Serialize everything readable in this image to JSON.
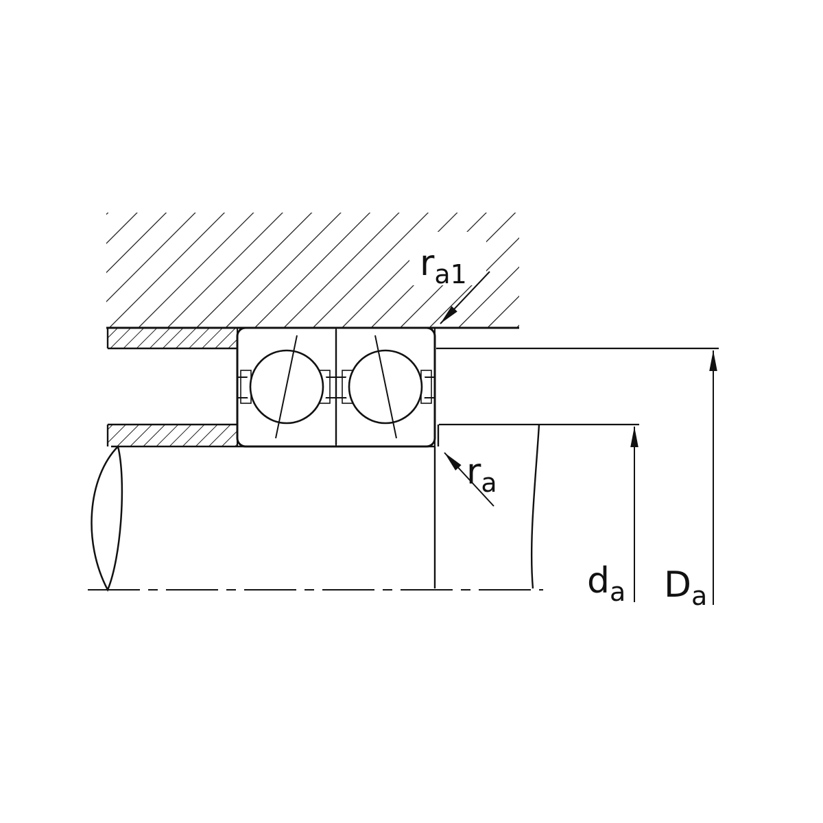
{
  "labels": {
    "ra1": {
      "base": "r",
      "sub": "a1"
    },
    "ra": {
      "base": "r",
      "sub": "a"
    },
    "da": {
      "base": "d",
      "sub": "a"
    },
    "Da": {
      "base": "D",
      "sub": "a"
    }
  },
  "colors": {
    "line": "#111111",
    "background": "#ffffff"
  }
}
